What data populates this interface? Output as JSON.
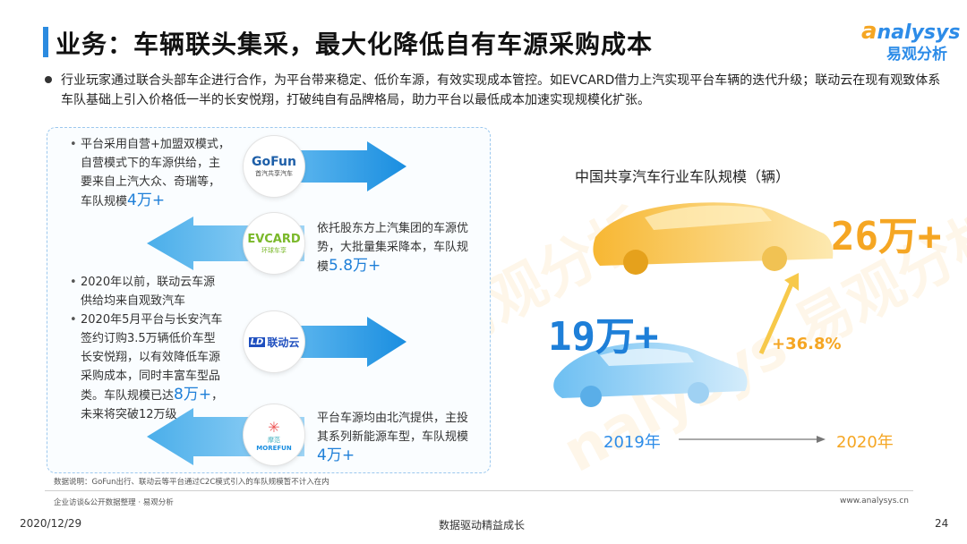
{
  "header": {
    "title": "业务：车辆联头集采，最大化降低自有车源采购成本",
    "logo_en": "nalysys",
    "logo_en_initial": "a",
    "logo_cn": "易观分析"
  },
  "intro": {
    "text": "行业玩家通过联合头部车企进行合作，为平台带来稳定、低价车源，有效实现成本管控。如EVCARD借力上汽实现平台车辆的迭代升级；联动云在现有观致体系车队基础上引入价格低一半的长安悦翔，打破纯自有品牌格局，助力平台以最低成本加速实现规模化扩张。"
  },
  "partners": {
    "gofun": {
      "logo_main": "GoFun",
      "logo_sub": "首汽共享汽车",
      "lines": [
        "平台采用自营+加盟双模式，",
        "自营模式下的车源供给，主",
        "要来自上汽大众、奇瑞等，"
      ],
      "scale_prefix": "车队规模",
      "scale_value": "4万+"
    },
    "evcard": {
      "logo_main": "EVCARD",
      "logo_sub": "环球车享",
      "lines": [
        "依托股东方上汽集团的车源优",
        "势，大批量集采降本，车队规"
      ],
      "scale_prefix": "模",
      "scale_value": "5.8万+"
    },
    "liandongyun": {
      "logo_main": "联动云",
      "logo_mark": "LD",
      "item1": [
        "2020年以前，联动云车源",
        "供给均来自观致汽车"
      ],
      "item2": [
        "2020年5月平台与长安汽车",
        "签约订购3.5万辆低价车型",
        "长安悦翔，以有效降低车源",
        "采购成本，同时丰富车型品"
      ],
      "scale_prefix": "类。车队规模已达",
      "scale_value": "8万+",
      "scale_suffix": "，",
      "future": "未来将突破12万级"
    },
    "morefun": {
      "logo_main": "MOREFUN",
      "logo_sub": "摩范",
      "lines": [
        "平台车源均由北汽提供，主投",
        "其系列新能源车型，车队规模"
      ],
      "scale_value": "4万+"
    }
  },
  "chart": {
    "title": "中国共享汽车行业车队规模（辆）",
    "value_2019": "19万+",
    "value_2020": "26万+",
    "growth": "+36.8%",
    "year_2019": "2019年",
    "year_2020": "2020年",
    "colors": {
      "y2019": "#2d8ce8",
      "y2020": "#f5a623",
      "growth": "#f5a623"
    }
  },
  "watermark": "nalysys 易观分析",
  "footer": {
    "note": "数据说明：GoFun出行、联动云等平台通过C2C模式引入的车队规模暂不计入在内",
    "source": "企业访谈&公开数据整理 · 易观分析",
    "url": "www.analysys.cn",
    "date": "2020/12/29",
    "slogan": "数据驱动精益成长",
    "page": "24"
  }
}
